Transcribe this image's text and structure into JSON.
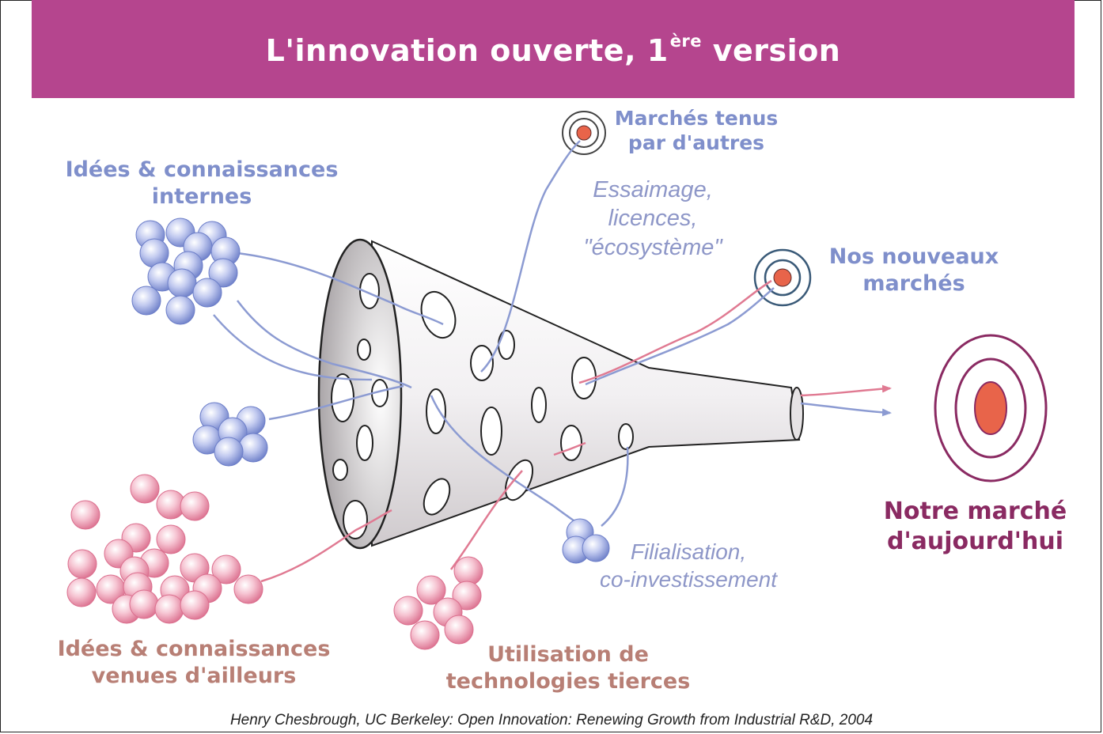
{
  "title": {
    "main": "L'innovation ouverte, 1",
    "superscript": "ère",
    "suffix": " version"
  },
  "labels": {
    "internal_ideas": [
      "Idées & connaissances",
      "internes"
    ],
    "markets_others": [
      "Marchés tenus",
      "par d'autres"
    ],
    "spin_off": [
      "Essaimage,",
      "licences,",
      "\"écosystème\""
    ],
    "new_markets": [
      "Nos nouveaux",
      "marchés"
    ],
    "current_market": [
      "Notre marché",
      "d'aujourd'hui"
    ],
    "subsidiary": [
      "Filialisation,",
      "co-investissement"
    ],
    "external_ideas": [
      "Idées & connaissances",
      "venues d'ailleurs"
    ],
    "third_party_tech": [
      "Utilisation de",
      "technologies tierces"
    ]
  },
  "citation": "Henry Chesbrough, UC Berkeley: Open Innovation: Renewing Growth from Industrial R&D, 2004",
  "colors": {
    "title_bar": "#b5458e",
    "internal": "#7f8fcb",
    "external": "#b87f75",
    "current_market": "#8a2a62",
    "target_center": "#e8644a",
    "flow_blue": "#8c9bd2",
    "flow_pink": "#e07a92"
  }
}
